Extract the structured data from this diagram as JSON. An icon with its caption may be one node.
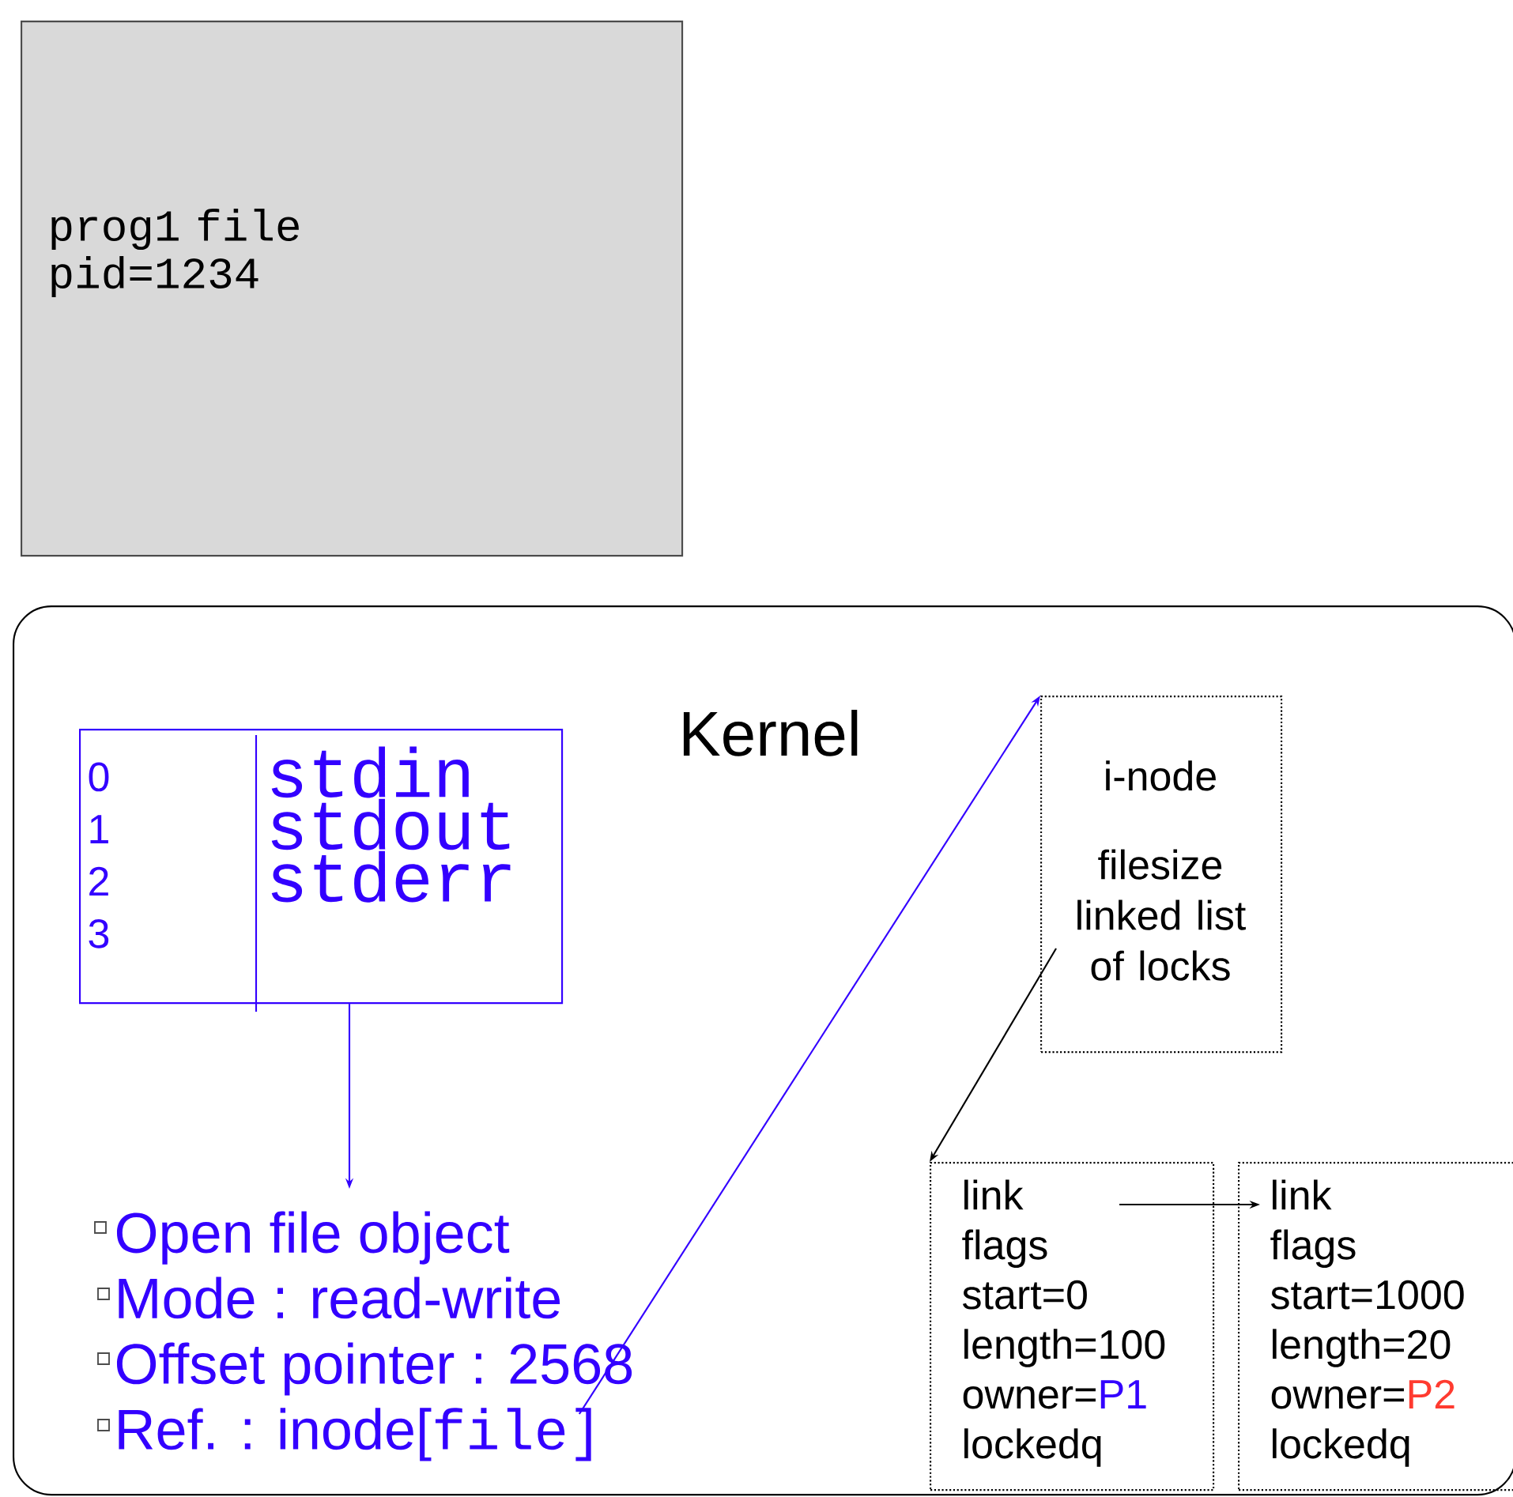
{
  "diagram": {
    "nodes": [
      {
        "text": [
          "prog1 file pid=1234"
        ]
      },
      {
        "text": [
          "Kernel"
        ]
      },
      {
        "text": [
          "0 1 2 3",
          "stdin stdout stderr"
        ],
        "in": 1
      },
      {
        "text": [
          "Open file object",
          "Mode : read-write",
          "Offset pointer : 2568",
          "Ref. : inode[",
          "file]"
        ],
        "in": 1
      },
      {
        "text": [
          "i-node",
          "filesize linked list of locks"
        ],
        "in": 1
      },
      {
        "text": [
          "link",
          "flags",
          "start=0",
          "length=100",
          "owner=",
          "P1",
          "lockedq"
        ],
        "in": 1
      },
      {
        "text": [
          "link",
          "flags",
          "start=1000",
          "length=20",
          "owner=",
          "P2",
          "lockedq"
        ],
        "in": 1
      }
    ],
    "edges": [
      {
        "from": 2,
        "to": 3,
        "arrow": "to",
        "color": "#3300ff"
      },
      {
        "from": 3,
        "to": 4,
        "arrow": "to",
        "color": "#3300ff"
      },
      {
        "from": 4,
        "to": 5,
        "arrow": "to",
        "color": "#000000"
      },
      {
        "from": 5,
        "to": 6,
        "arrow": "to",
        "color": "#000000"
      }
    ]
  }
}
